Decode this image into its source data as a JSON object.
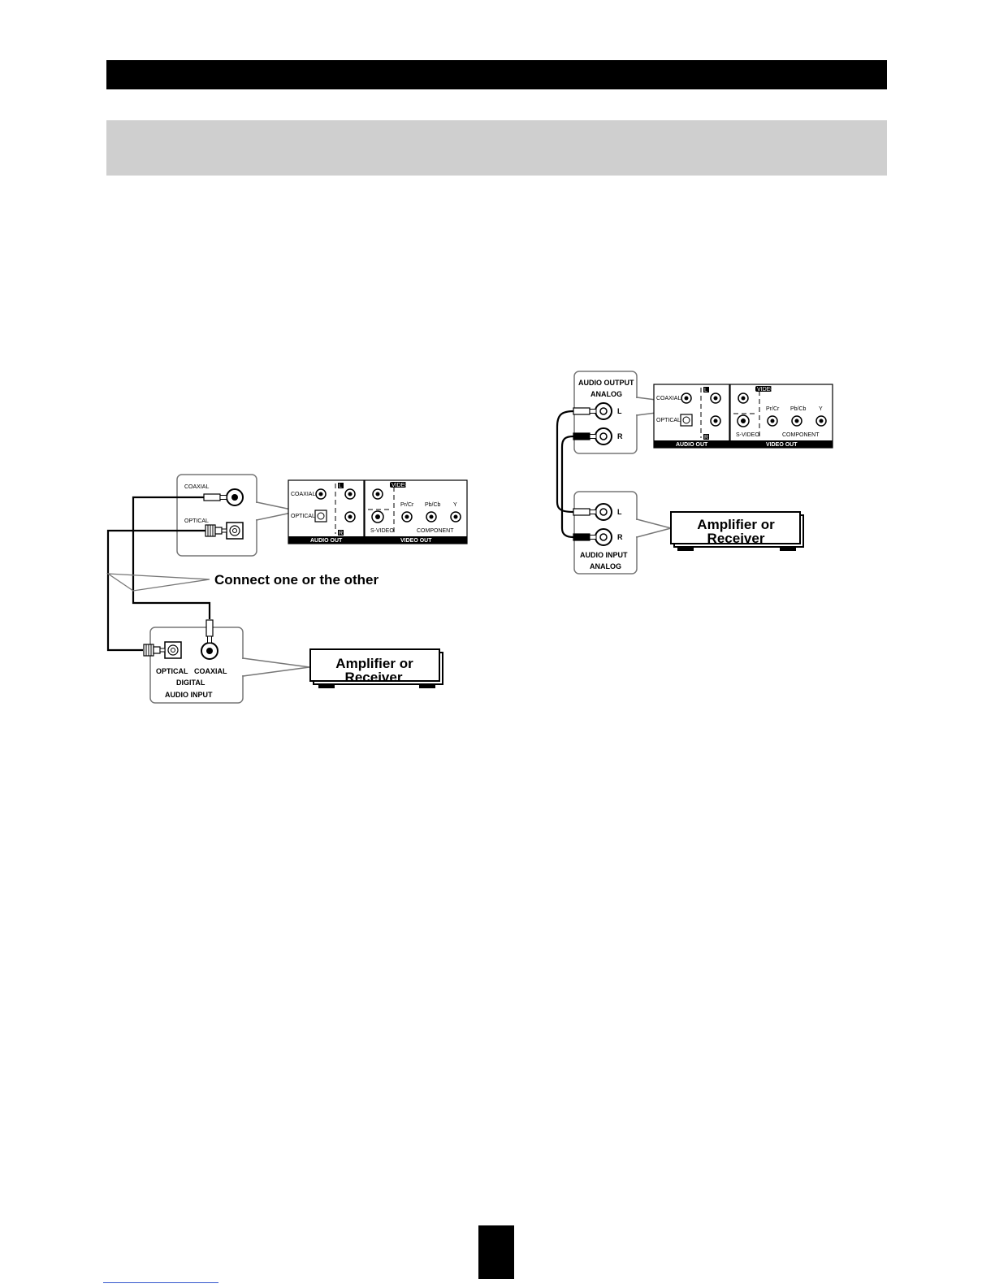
{
  "digital": {
    "callout": {
      "coaxial": "COAXIAL",
      "optical": "OPTICAL"
    },
    "note": "Connect one or the other",
    "input_labels": {
      "optical": "OPTICAL",
      "coaxial": "COAXIAL",
      "digital": "DIGITAL",
      "audio_input": "AUDIO INPUT"
    },
    "device": {
      "line1": "Amplifier or",
      "line2": "Receiver"
    }
  },
  "analog": {
    "output_labels": {
      "audio_output": "AUDIO OUTPUT",
      "analog": "ANALOG",
      "l": "L",
      "r": "R"
    },
    "input_labels": {
      "l": "L",
      "r": "R",
      "audio_input": "AUDIO INPUT",
      "analog": "ANALOG"
    },
    "device": {
      "line1": "Amplifier or",
      "line2": "Receiver"
    }
  },
  "rear_panel": {
    "coaxial": "COAXIAL",
    "optical": "OPTICAL",
    "l": "L",
    "r": "R",
    "video": "VIDEO",
    "pr_cr": "Pr/Cr",
    "pb_cb": "Pb/Cb",
    "y": "Y",
    "s_video": "S-VIDEO",
    "component": "COMPONENT",
    "audio_out": "AUDIO OUT",
    "video_out": "VIDEO OUT"
  }
}
